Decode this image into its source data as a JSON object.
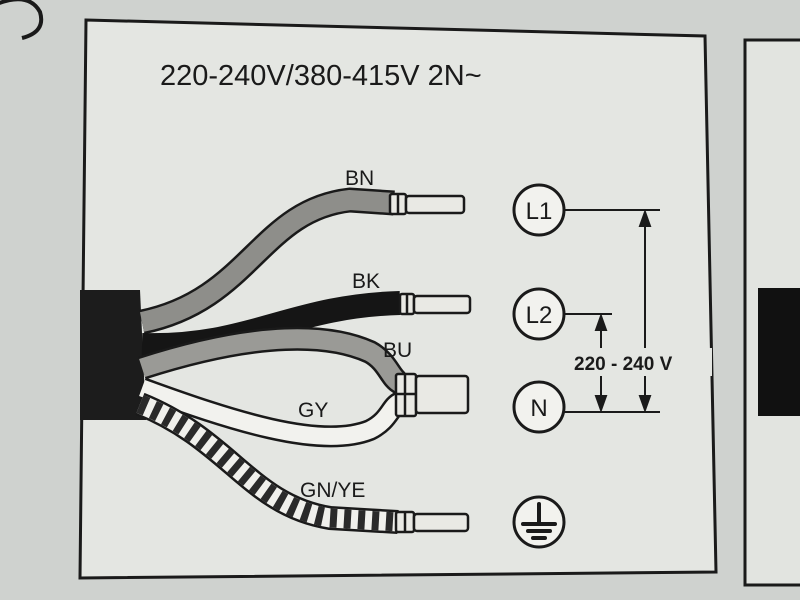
{
  "diagram": {
    "title": "220-240V/380-415V 2N~",
    "wires": {
      "brown": "BN",
      "black": "BK",
      "blue": "BU",
      "grey": "GY",
      "earth": "GN/YE"
    },
    "terminals": {
      "l1": "L1",
      "l2": "L2",
      "n": "N",
      "earth": "earth-symbol-icon"
    },
    "voltage_label": "220 - 240 V",
    "colors": {
      "background": "#cfd2cf",
      "panel": "#e4e6e2",
      "ink": "#1a1a1a",
      "brown_wire": "#8e8e8a",
      "black_wire": "#151515",
      "blue_wire": "#9a9a96",
      "grey_wire": "#f2f2ee",
      "cable_sheath": "#1c1c1c"
    }
  }
}
